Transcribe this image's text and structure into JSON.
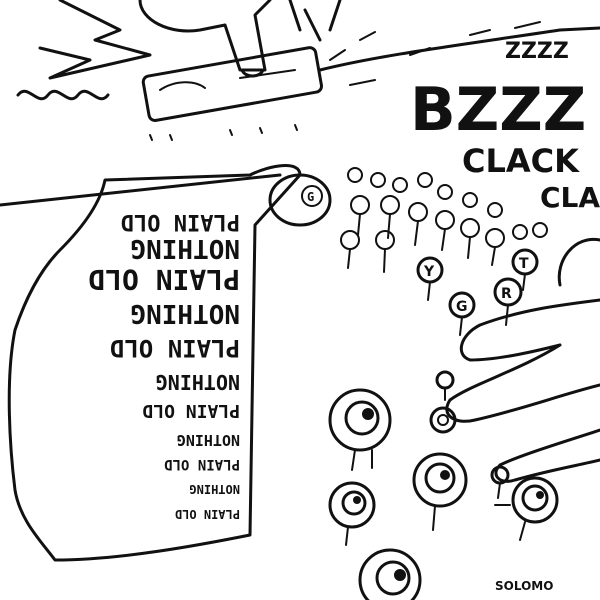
{
  "sounds": {
    "zzz": "ZZZZ",
    "bzz": "BZZZ",
    "clack1": "CLACK",
    "clack2": "CLA"
  },
  "paper_lines": [
    "PLAIN OLD",
    "NOTHING",
    "PLAIN OLD",
    "NOTHING",
    "PLAIN OLD",
    "NOTHING",
    "PLAIN OLD",
    "NOTHING",
    "PLAIN OLD",
    "NOTHING",
    "PLAIN OLD"
  ],
  "roller_letter": "G",
  "keys": [
    "Y",
    "T",
    "R",
    "G"
  ],
  "signature": "SOLOMO",
  "colors": {
    "ink": "#111111",
    "paper": "#ffffff"
  }
}
